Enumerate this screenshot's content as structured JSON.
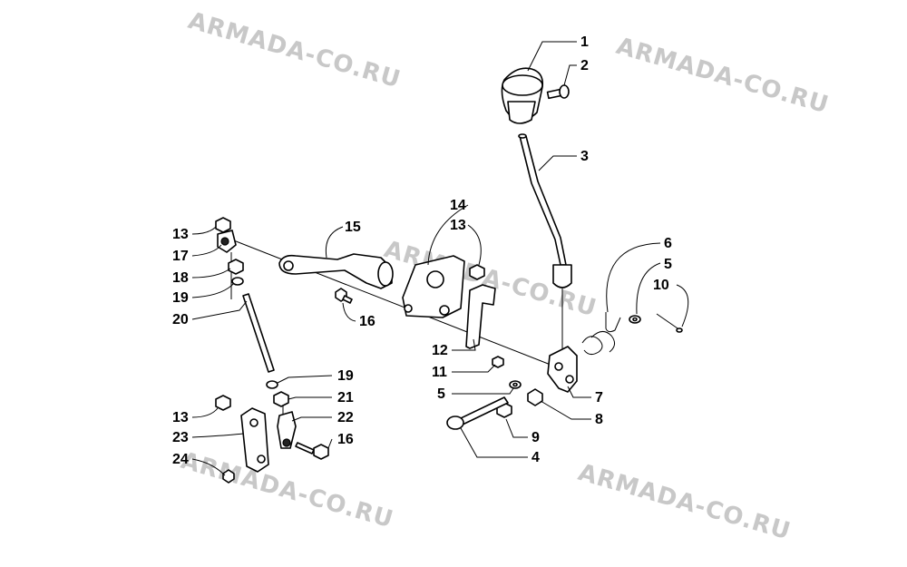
{
  "watermark": {
    "text": "ARMADA-CO.RU",
    "color": "#c8c8c8"
  },
  "callouts": {
    "c1": "1",
    "c2": "2",
    "c3": "3",
    "c4": "4",
    "c5a": "5",
    "c5b": "5",
    "c6": "6",
    "c7": "7",
    "c8": "8",
    "c9": "9",
    "c10": "10",
    "c11": "11",
    "c12": "12",
    "c13a": "13",
    "c13b": "13",
    "c13c": "13",
    "c14": "14",
    "c15": "15",
    "c16a": "16",
    "c16b": "16",
    "c17": "17",
    "c18": "18",
    "c19a": "19",
    "c19b": "19",
    "c20": "20",
    "c21": "21",
    "c22": "22",
    "c23": "23",
    "c24": "24"
  },
  "parts": {
    "knob": "shift-knob",
    "screw": "set-screw",
    "lever": "shift-lever",
    "pin": "clevis-pin",
    "washer": "washer",
    "spring": "torsion-spring",
    "pivot": "pivot-bracket",
    "nut": "lock-nut",
    "bolt": "cap-screw",
    "cotter": "cotter-pin",
    "bracket": "mounting-bracket",
    "arm": "shift-arm",
    "plate": "mounting-plate",
    "balljoint": "ball-joint",
    "rod": "tie-rod",
    "link": "shift-link"
  }
}
